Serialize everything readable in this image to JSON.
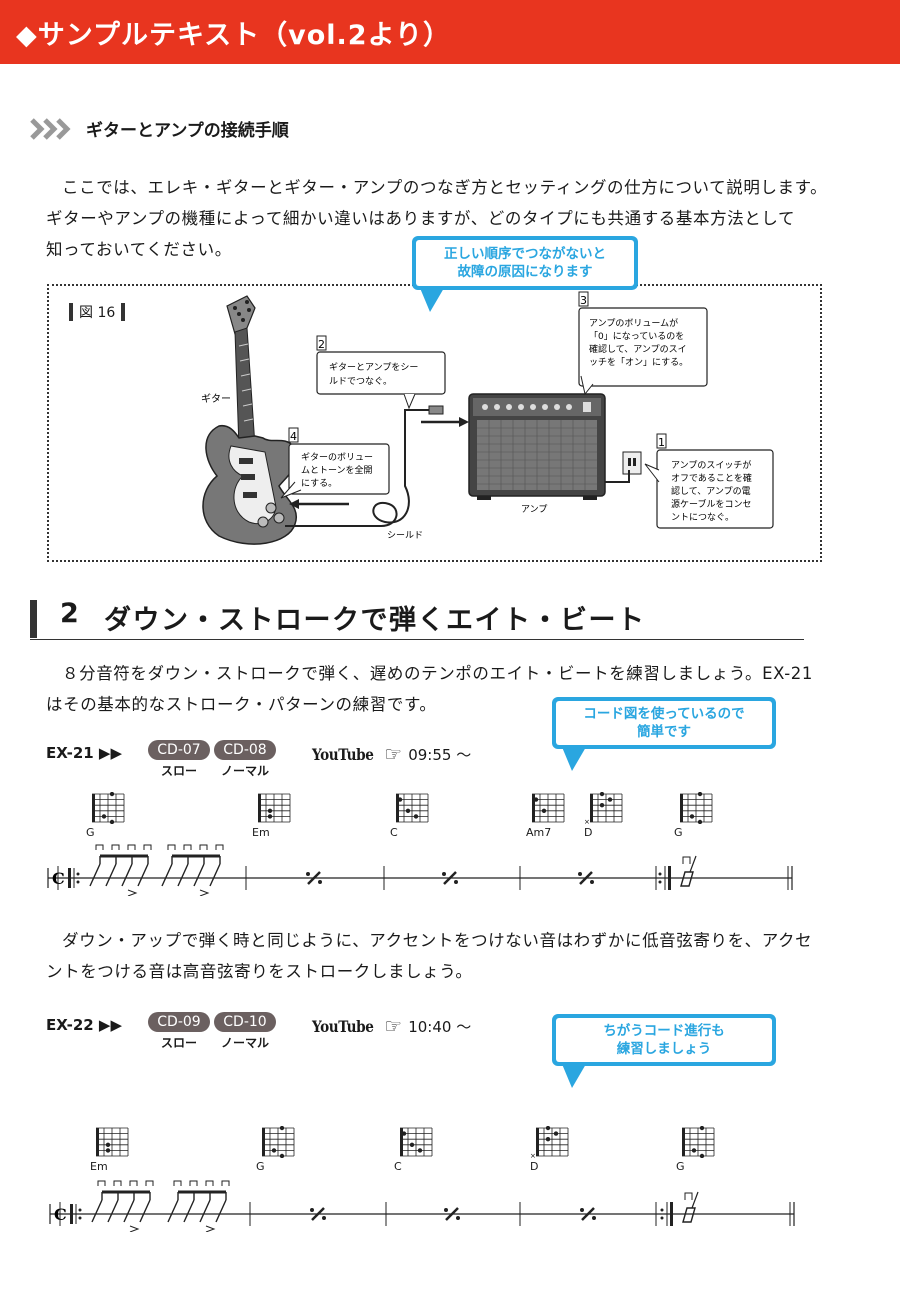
{
  "header": {
    "title": "◆サンプルテキスト（vol.2より）"
  },
  "section1": {
    "title": "ギターとアンプの接続手順",
    "paragraph_lines": [
      "ここでは、エレキ・ギターとギター・アンプのつなぎ方とセッティングの仕方について説明します。",
      "ギターやアンプの機種によって細かい違いはありますが、どのタイプにも共通する基本方法として",
      "知っておいてください。"
    ],
    "callout": [
      "正しい順序でつながないと",
      "故障の原因になります"
    ]
  },
  "figure": {
    "label": "図 16",
    "guitar_label": "ギター",
    "amp_label": "アンプ",
    "cable_label": "シールド",
    "steps": [
      {
        "num": "1",
        "lines": [
          "アンプのスイッチが",
          "オフであることを確",
          "認して、アンプの電",
          "源ケーブルをコンセ",
          "ントにつなぐ。"
        ]
      },
      {
        "num": "2",
        "lines": [
          "ギターとアンプをシー",
          "ルドでつなぐ。"
        ]
      },
      {
        "num": "3",
        "lines": [
          "アンプのボリュームが",
          "「0」になっているのを",
          "確認して、アンプのスイ",
          "ッチを「オン」にする。"
        ]
      },
      {
        "num": "4",
        "lines": [
          "ギターのボリュー",
          "ムとトーンを全開",
          "にする。"
        ]
      }
    ]
  },
  "section2": {
    "num": "2",
    "title": "ダウン・ストロークで弾くエイト・ビート",
    "paragraph_lines": [
      "８分音符をダウン・ストロークで弾く、遅めのテンポのエイト・ビートを練習しましょう。EX-21",
      "はその基本的なストローク・パターンの練習です。"
    ],
    "callout": [
      "コード図を使っているので",
      "簡単です"
    ]
  },
  "ex21": {
    "label": "EX-21 ▶▶",
    "cd_slow": "CD-07",
    "cd_normal": "CD-08",
    "slow_label": "スロー",
    "normal_label": "ノーマル",
    "youtube": "YouTube",
    "time": "09:55 〜",
    "chords": [
      "G",
      "Em",
      "C",
      "Am7",
      "D",
      "G"
    ]
  },
  "middle_paragraph_lines": [
    "ダウン・アップで弾く時と同じように、アクセントをつけない音はわずかに低音弦寄りを、アクセ",
    "ントをつける音は高音弦寄りをストロークしましょう。"
  ],
  "ex22": {
    "label": "EX-22 ▶▶",
    "cd_slow": "CD-09",
    "cd_normal": "CD-10",
    "slow_label": "スロー",
    "normal_label": "ノーマル",
    "youtube": "YouTube",
    "time": "10:40 〜",
    "chords": [
      "Em",
      "G",
      "C",
      "D",
      "G"
    ],
    "callout": [
      "ちがうコード進行も",
      "練習しましょう"
    ]
  }
}
